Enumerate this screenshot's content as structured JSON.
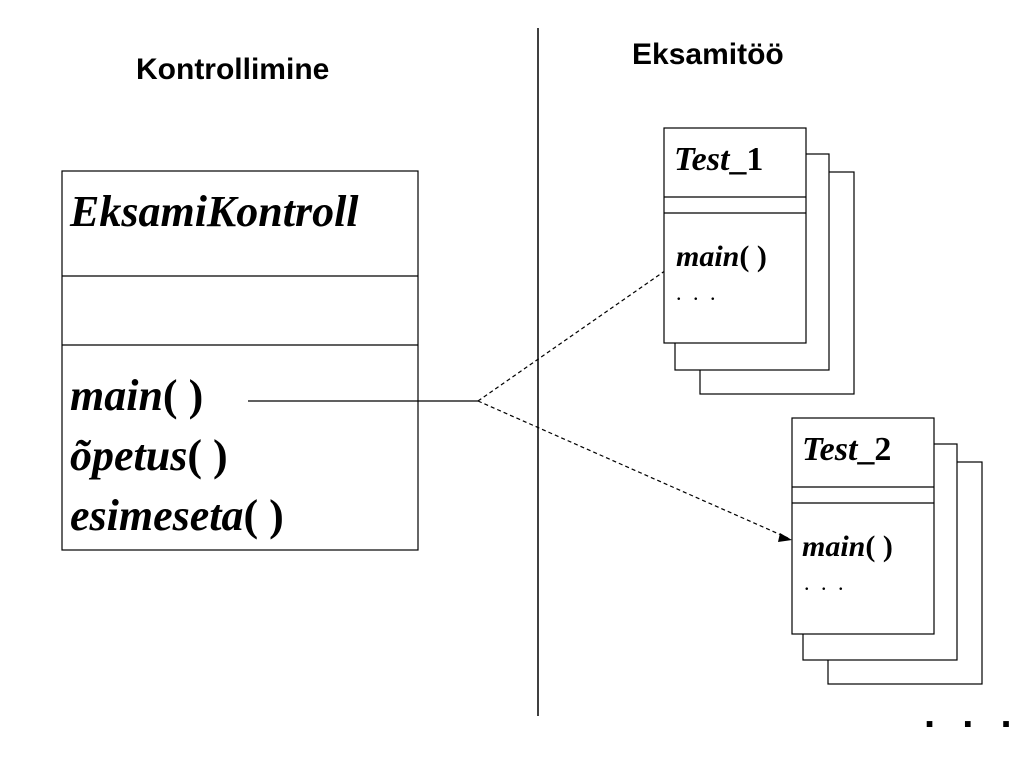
{
  "headings": {
    "left": "Kontrollimine",
    "right": "Eksamitöö"
  },
  "main_class": {
    "name": "EksamiKontroll",
    "methods": [
      {
        "name": "main",
        "parens": "( )"
      },
      {
        "name": "õpetus",
        "parens": "( )"
      },
      {
        "name": "esimeseta",
        "parens": "( )"
      }
    ]
  },
  "test_classes": [
    {
      "name_italic": "Test",
      "name_suffix": "_1",
      "method": "main",
      "parens": "( )",
      "ellipsis": ". . ."
    },
    {
      "name_italic": "Test",
      "name_suffix": "_2",
      "method": "main",
      "parens": "( )",
      "ellipsis": ". . ."
    }
  ],
  "more_indicator": ". . .",
  "colors": {
    "line": "#000000",
    "background": "#ffffff"
  }
}
